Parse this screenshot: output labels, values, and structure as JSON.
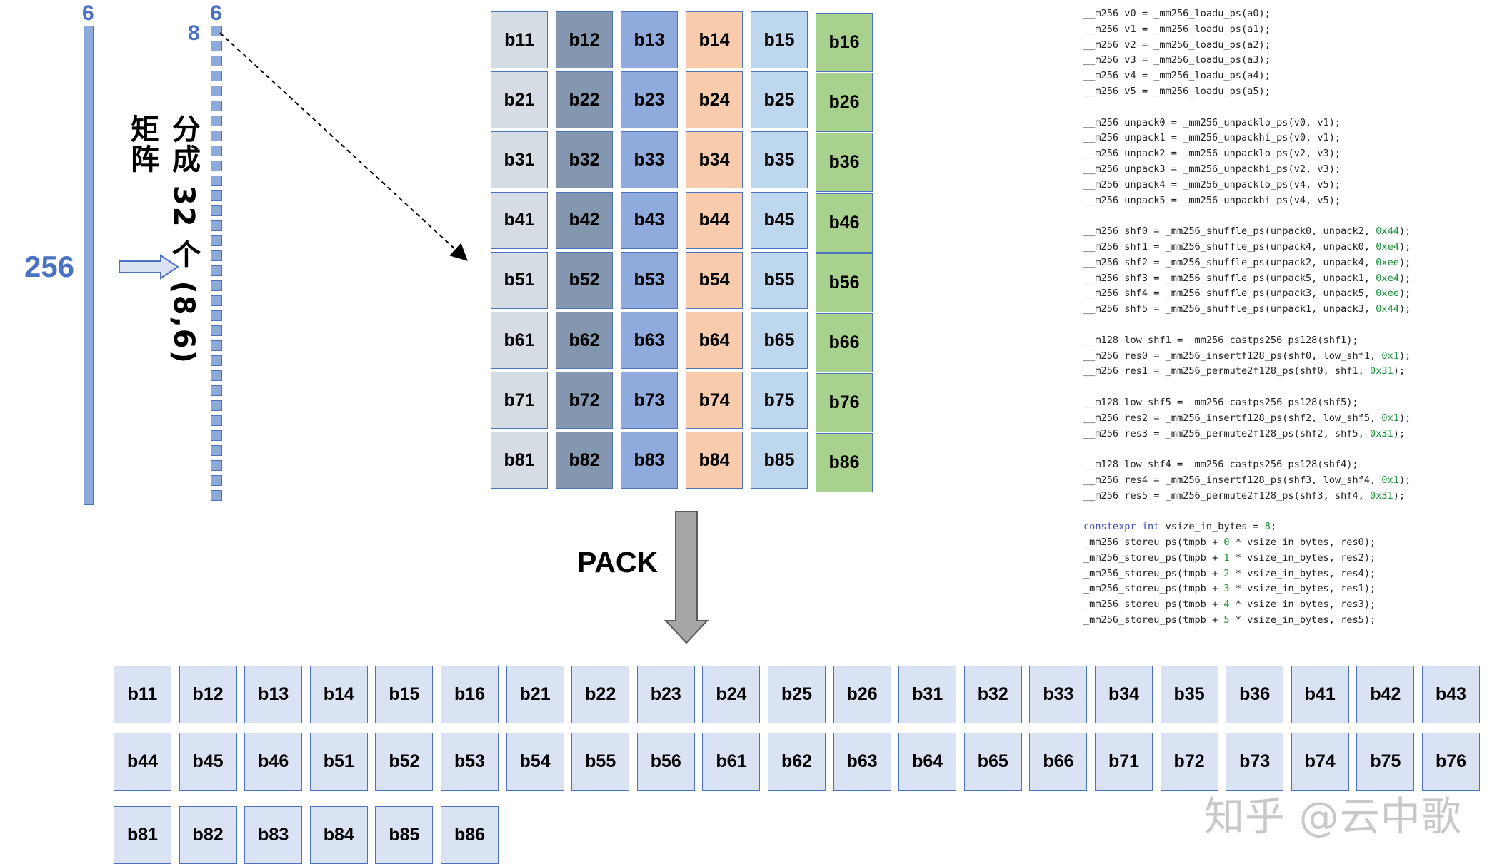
{
  "labels": {
    "big_col_width": "6",
    "big_col_height": "256",
    "small_col_width": "6",
    "small_col_height": "8",
    "split_text": "分成 32 个 (8,6) 矩阵",
    "pack_label": "PACK"
  },
  "matrix": {
    "rows": [
      [
        "b11",
        "b12",
        "b13",
        "b14",
        "b15",
        "b16"
      ],
      [
        "b21",
        "b22",
        "b23",
        "b24",
        "b25",
        "b26"
      ],
      [
        "b31",
        "b32",
        "b33",
        "b34",
        "b35",
        "b36"
      ],
      [
        "b41",
        "b42",
        "b43",
        "b44",
        "b45",
        "b46"
      ],
      [
        "b51",
        "b52",
        "b53",
        "b54",
        "b55",
        "b56"
      ],
      [
        "b61",
        "b62",
        "b63",
        "b64",
        "b65",
        "b66"
      ],
      [
        "b71",
        "b72",
        "b73",
        "b74",
        "b75",
        "b76"
      ],
      [
        "b81",
        "b82",
        "b83",
        "b84",
        "b85",
        "b86"
      ]
    ],
    "column_colors": [
      "#d6dce4",
      "#8497b0",
      "#8faadc",
      "#f8cbad",
      "#bdd7ee",
      "#a9d18e"
    ]
  },
  "packed": [
    [
      "b11",
      "b12",
      "b13",
      "b14",
      "b15",
      "b16",
      "b21",
      "b22",
      "b23",
      "b24",
      "b25",
      "b26",
      "b31",
      "b32",
      "b33",
      "b34",
      "b35",
      "b36",
      "b41",
      "b42",
      "b43"
    ],
    [
      "b44",
      "b45",
      "b46",
      "b51",
      "b52",
      "b53",
      "b54",
      "b55",
      "b56",
      "b61",
      "b62",
      "b63",
      "b64",
      "b65",
      "b66",
      "b71",
      "b72",
      "b73",
      "b74",
      "b75",
      "b76"
    ],
    [
      "b81",
      "b82",
      "b83",
      "b84",
      "b85",
      "b86"
    ]
  ],
  "code_lines": [
    "__m256 v0 = _mm256_loadu_ps(a0);",
    "__m256 v1 = _mm256_loadu_ps(a1);",
    "__m256 v2 = _mm256_loadu_ps(a2);",
    "__m256 v3 = _mm256_loadu_ps(a3);",
    "__m256 v4 = _mm256_loadu_ps(a4);",
    "__m256 v5 = _mm256_loadu_ps(a5);",
    "",
    "__m256 unpack0 = _mm256_unpacklo_ps(v0, v1);",
    "__m256 unpack1 = _mm256_unpackhi_ps(v0, v1);",
    "__m256 unpack2 = _mm256_unpacklo_ps(v2, v3);",
    "__m256 unpack3 = _mm256_unpackhi_ps(v2, v3);",
    "__m256 unpack4 = _mm256_unpacklo_ps(v4, v5);",
    "__m256 unpack5 = _mm256_unpackhi_ps(v4, v5);",
    "",
    "__m256 shf0 = _mm256_shuffle_ps(unpack0, unpack2, 0x44);",
    "__m256 shf1 = _mm256_shuffle_ps(unpack4, unpack0, 0xe4);",
    "__m256 shf2 = _mm256_shuffle_ps(unpack2, unpack4, 0xee);",
    "__m256 shf3 = _mm256_shuffle_ps(unpack5, unpack1, 0xe4);",
    "__m256 shf4 = _mm256_shuffle_ps(unpack3, unpack5, 0xee);",
    "__m256 shf5 = _mm256_shuffle_ps(unpack1, unpack3, 0x44);",
    "",
    "__m128 low_shf1 = _mm256_castps256_ps128(shf1);",
    "__m256 res0 = _mm256_insertf128_ps(shf0, low_shf1, 0x1);",
    "__m256 res1 = _mm256_permute2f128_ps(shf0, shf1, 0x31);",
    "",
    "__m128 low_shf5 = _mm256_castps256_ps128(shf5);",
    "__m256 res2 = _mm256_insertf128_ps(shf2, low_shf5, 0x1);",
    "__m256 res3 = _mm256_permute2f128_ps(shf2, shf5, 0x31);",
    "",
    "__m128 low_shf4 = _mm256_castps256_ps128(shf4);",
    "__m256 res4 = _mm256_insertf128_ps(shf3, low_shf4, 0x1);",
    "__m256 res5 = _mm256_permute2f128_ps(shf3, shf4, 0x31);",
    "",
    "constexpr int vsize_in_bytes = 8;",
    "_mm256_storeu_ps(tmpb + 0 * vsize_in_bytes, res0);",
    "_mm256_storeu_ps(tmpb + 1 * vsize_in_bytes, res2);",
    "_mm256_storeu_ps(tmpb + 2 * vsize_in_bytes, res4);",
    "_mm256_storeu_ps(tmpb + 3 * vsize_in_bytes, res1);",
    "_mm256_storeu_ps(tmpb + 4 * vsize_in_bytes, res3);",
    "_mm256_storeu_ps(tmpb + 5 * vsize_in_bytes, res5);"
  ],
  "watermark": "知乎 @云中歌"
}
